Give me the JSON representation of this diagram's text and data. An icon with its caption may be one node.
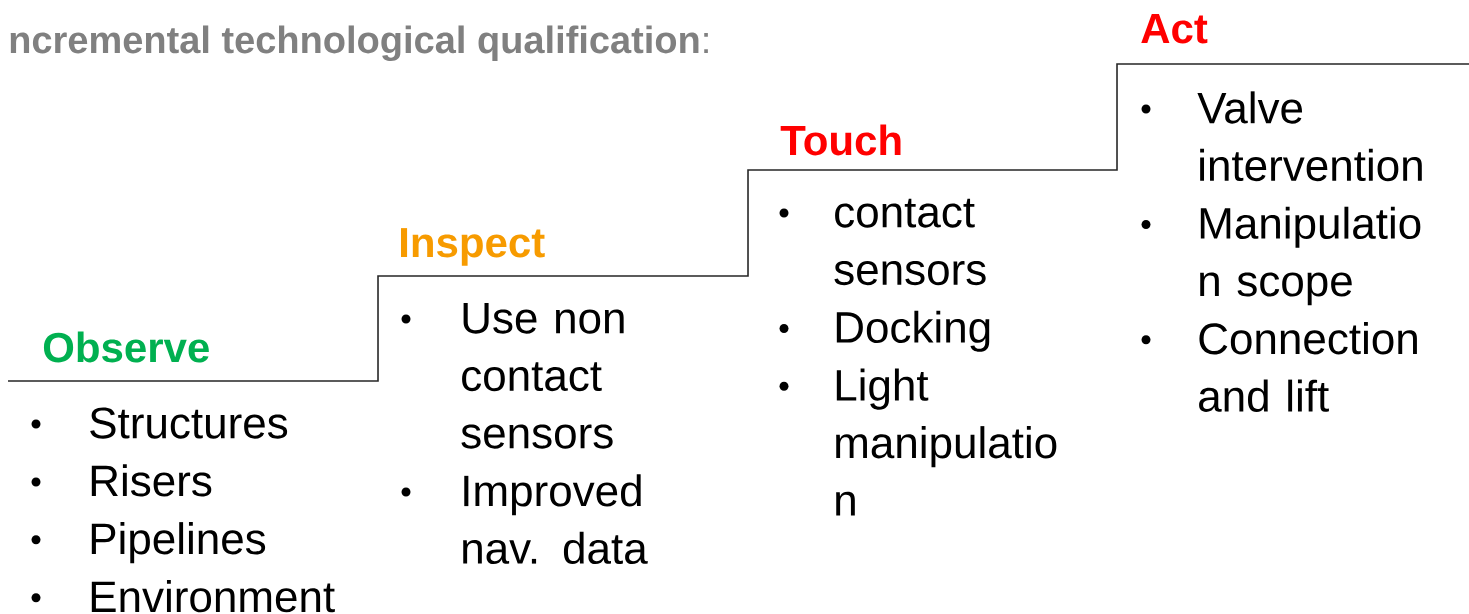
{
  "diagram": {
    "title": "**ncremental technological qualification**:",
    "nodes": [
      {
        "text": [
          "Observe",
          "Structures",
          "Risers",
          "Pipelines",
          "Environment"
        ]
      },
      {
        "text": [
          "Inspect",
          "Use non contact sensors",
          "Improved nav. data"
        ]
      },
      {
        "text": [
          "Touch",
          "contact sensors",
          "Docking",
          "Light manipulatio n"
        ]
      },
      {
        "text": [
          "Act",
          "Valve intervention",
          "Manipulatio n scope",
          "Connection and lift"
        ]
      }
    ]
  }
}
